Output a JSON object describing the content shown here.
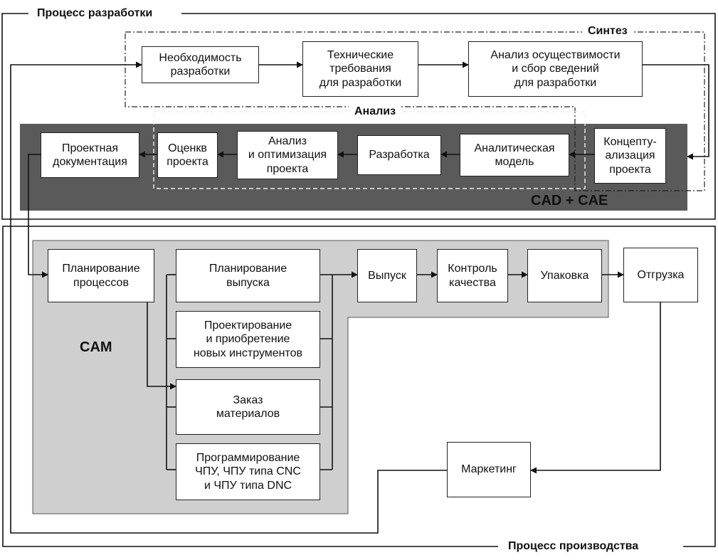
{
  "frames": {
    "development": "Процесс разработки",
    "production": "Процесс производства",
    "synthesis": "Синтез",
    "analysis": "Анализ",
    "cad_cae": "CAD + CAE",
    "cam": "CAM"
  },
  "nodes": {
    "need": "Необходимость\nразработки",
    "requirements": "Технические\nтребования\nдля разработки",
    "feasibility": "Анализ осуществимости\nи сбор сведений\nдля разработки",
    "concept": "Концепту-\nализация\nпроекта",
    "analytic_model": "Аналитическая\nмодель",
    "development_box": "Разработка",
    "optimization": "Анализ\nи оптимизация\nпроекта",
    "evaluation": "Оценкв\nпроекта",
    "documentation": "Проектная\nдокументация",
    "process_planning": "Планирование\nпроцессов",
    "production_planning": "Планирование\nвыпуска",
    "tooling": "Проектирование\nи приобретение\nновых инструментов",
    "materials": "Заказ\nматериалов",
    "nc_programming": "Программирование\nЧПУ, ЧПУ типа CNC\nи ЧПУ типа DNC",
    "output": "Выпуск",
    "quality": "Контроль\nкачества",
    "packaging": "Упаковка",
    "shipping": "Отгрузка",
    "marketing": "Маркетинг"
  }
}
